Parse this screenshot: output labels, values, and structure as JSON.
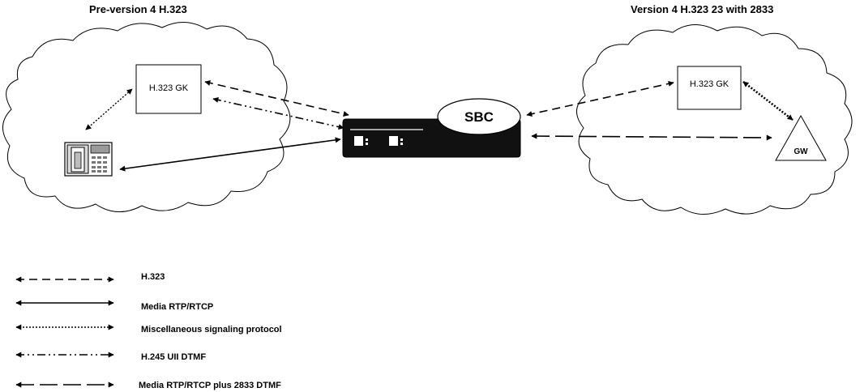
{
  "titles": {
    "left": "Pre-version 4 H.323",
    "right": "Version 4 H.323 23 with 2833"
  },
  "nodes": {
    "left_gk": "H.323 GK",
    "right_gk": "H.323 GK",
    "sbc": "SBC",
    "gw": "GW",
    "phone_icon": "phone-icon"
  },
  "legend": [
    {
      "style": "dash",
      "label": "H.323"
    },
    {
      "style": "solid",
      "label": "Media RTP/RTCP"
    },
    {
      "style": "dot",
      "label": "Miscellaneous signaling protocol"
    },
    {
      "style": "dashdot",
      "label": "H.245 UII DTMF"
    },
    {
      "style": "longdash",
      "label": "Media RTP/RTCP plus 2833 DTMF"
    }
  ],
  "colors": {
    "line": "#000000",
    "sbc_body": "#111111",
    "background": "#ffffff"
  }
}
